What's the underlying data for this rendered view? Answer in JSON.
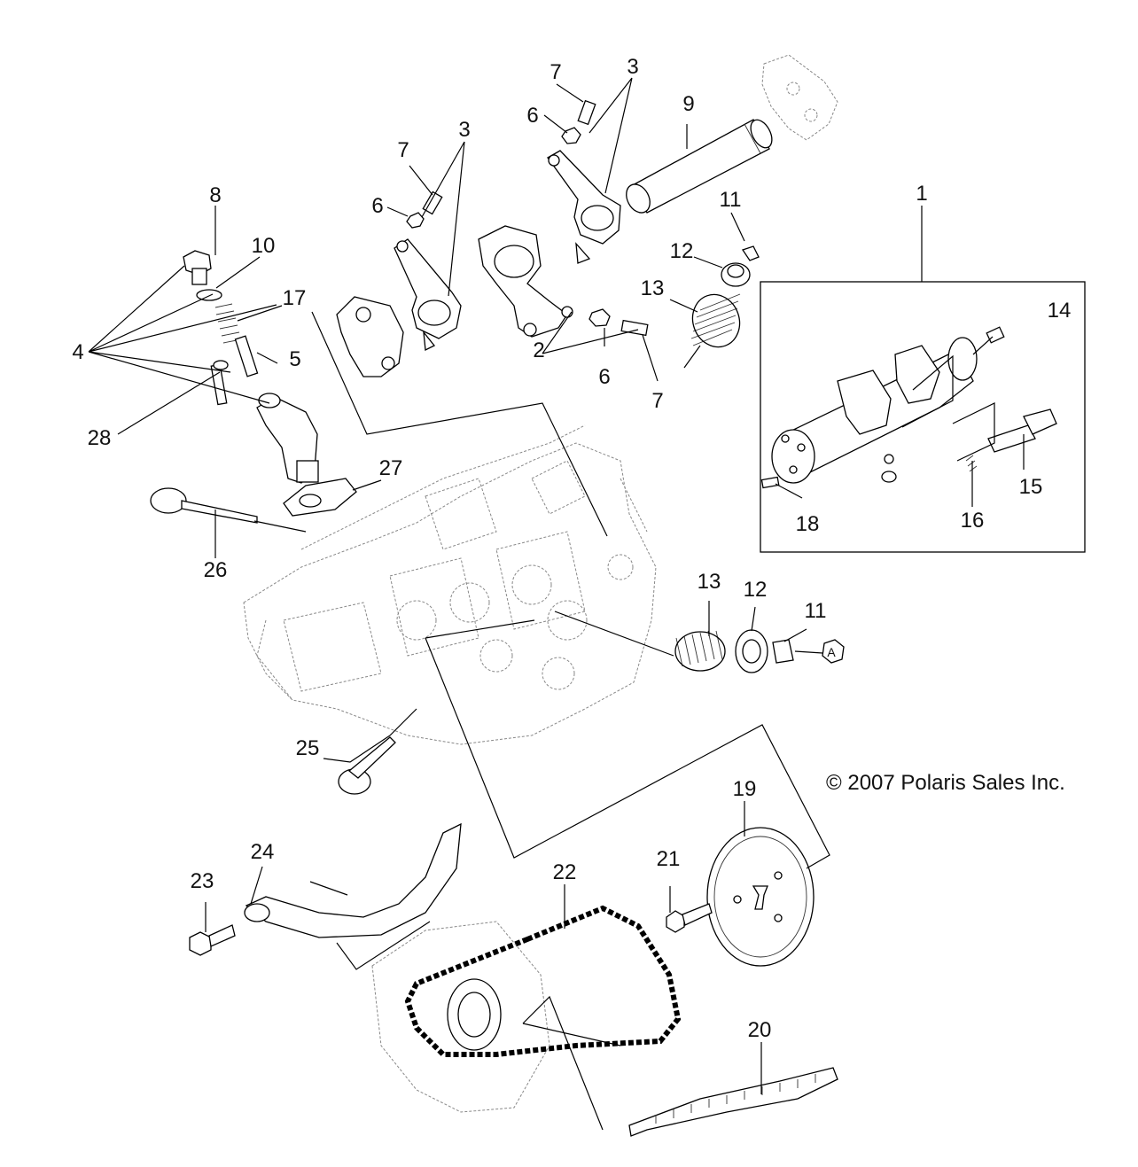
{
  "copyright": "© 2007 Polaris Sales Inc.",
  "callouts": {
    "c1": "1",
    "c2": "2",
    "c3a": "3",
    "c3b": "3",
    "c4": "4",
    "c5": "5",
    "c6a": "6",
    "c6b": "6",
    "c6c": "6",
    "c7a": "7",
    "c7b": "7",
    "c7c": "7",
    "c8": "8",
    "c9": "9",
    "c10": "10",
    "c11a": "11",
    "c11b": "11",
    "c12a": "12",
    "c12b": "12",
    "c13a": "13",
    "c13b": "13",
    "c14": "14",
    "c15": "15",
    "c16": "16",
    "c17": "17",
    "c18": "18",
    "c19": "19",
    "c20": "20",
    "c21": "21",
    "c22": "22",
    "c23": "23",
    "c24": "24",
    "c25": "25",
    "c26": "26",
    "c27": "27",
    "c28": "28"
  },
  "markers": {
    "a": "A"
  }
}
